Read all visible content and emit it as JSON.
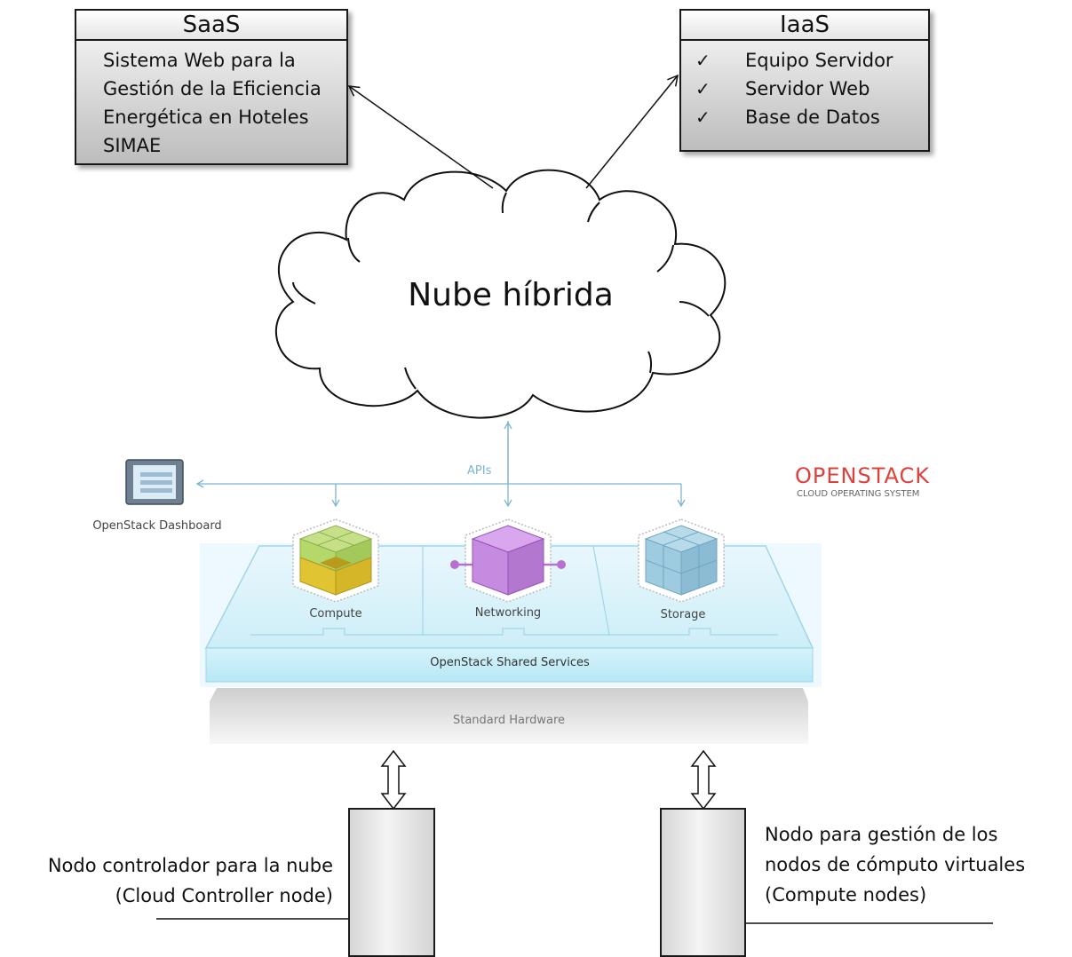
{
  "saas": {
    "title": "SaaS",
    "lines": [
      "Sistema Web para la",
      "Gestión de la Eficiencia",
      "Energética en Hoteles",
      "SIMAE"
    ]
  },
  "iaas": {
    "title": "IaaS",
    "check": "✓",
    "items": [
      "Equipo Servidor",
      "Servidor Web",
      "Base de Datos"
    ]
  },
  "cloud": {
    "label": "Nube híbrida"
  },
  "openstack": {
    "brand": "OPENSTACK",
    "subtitle": "CLOUD OPERATING SYSTEM",
    "apis": "APIs",
    "dashboard": "OpenStack Dashboard",
    "compute": "Compute",
    "networking": "Networking",
    "storage": "Storage",
    "shared_services": "OpenStack Shared Services",
    "hardware": "Standard Hardware"
  },
  "controller_node": {
    "lines": [
      "Nodo controlador para la nube",
      "(Cloud Controller node)"
    ]
  },
  "compute_node": {
    "lines": [
      "Nodo para gestión de los",
      "nodos de cómputo virtuales",
      "(Compute nodes)"
    ]
  },
  "colors": {
    "compute_green": "#b5d86a",
    "compute_yellow": "#e0c431",
    "networking_purple": "#c58be0",
    "storage_blue": "#9fcbe0",
    "openstack_red": "#e0403c"
  }
}
